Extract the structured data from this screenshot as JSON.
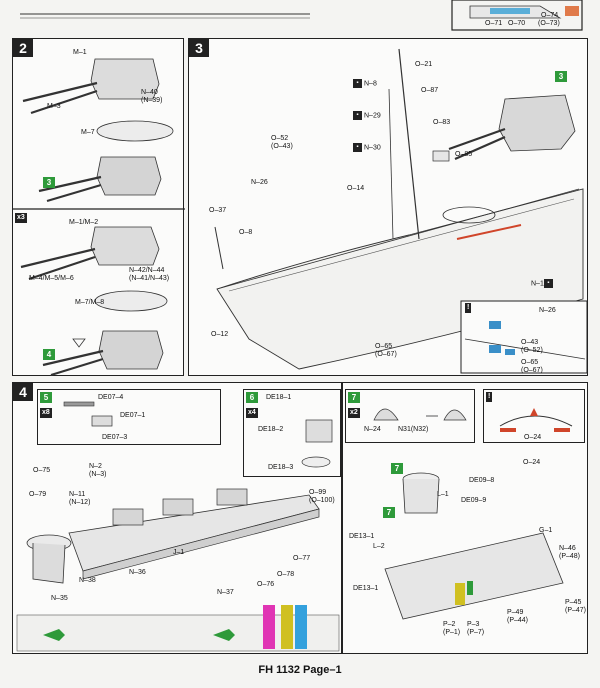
{
  "top": {
    "o71": "O–71",
    "o70": "O–70",
    "o74": "O–74",
    "o73": "(O–73)"
  },
  "step2": {
    "number": "2",
    "m1": "M–1",
    "m3": "M–3",
    "m7": "M–7",
    "n40": "N–40",
    "n39": "(N–39)",
    "green3": "3",
    "x3": "x3",
    "m1m2": "M–1/M–2",
    "m4m5m6": "M–4/M–5/M–6",
    "n42n44": "N–42/N–44",
    "n41n43": "(N–41/N–43)",
    "m7m8": "M–7/M–8",
    "green4": "4"
  },
  "step3": {
    "number": "3",
    "o21": "O–21",
    "n8": "N–8",
    "o87": "O–87",
    "green3": "3",
    "n29": "N–29",
    "o83": "O–83",
    "o52": "O–52",
    "o43": "(O–43)",
    "n30": "N–30",
    "o85": "O–85",
    "n26": "N–26",
    "o14": "O–14",
    "o37": "O–37",
    "o8": "O–8",
    "n1": "N–1",
    "o12": "O–12",
    "o65": "O–65",
    "o67": "(O–67)",
    "detail": {
      "warn": "!",
      "n26": "N–26",
      "o43": "O–43",
      "o52": "(O–52)",
      "o65": "O–65",
      "o67": "(O–67)"
    }
  },
  "step4": {
    "number": "4",
    "green5": "5",
    "x8": "x8",
    "de07_4": "DE07–4",
    "de07_1": "DE07–1",
    "de07_3": "DE07–3",
    "green6": "6",
    "x4": "x4",
    "de18_1": "DE18–1",
    "de18_2": "DE18–2",
    "de18_3": "DE18–3",
    "o75": "O–75",
    "n2": "N–2",
    "n3": "(N–3)",
    "o79": "O–79",
    "n11": "N–11",
    "n12": "(N–12)",
    "o99": "O–99",
    "o100": "(O–100)",
    "j1": "J–1",
    "n38": "N–38",
    "n36": "N–36",
    "n35": "N–35",
    "n37": "N–37",
    "o77": "O–77",
    "o76": "O–76",
    "o78": "O–78"
  },
  "step7": {
    "green7": "7",
    "x2": "x2",
    "n24": "N–24",
    "n31": "N31(N32)",
    "o24top": "O–24",
    "o24": "O–24",
    "de09_8": "DE09–8",
    "de09_9": "DE09–9",
    "l1": "L–1",
    "g1": "G–1",
    "de13_1a": "DE13–1",
    "l2": "L–2",
    "de13_1b": "DE13–1",
    "n46": "N–46",
    "n48": "(P–48)",
    "p45": "P–45",
    "p47": "(P–47)",
    "p49": "P–49",
    "p44": "(P–44)",
    "p2": "P–2",
    "p1": "(P–1)",
    "p3": "P–3",
    "p7": "(P–7)",
    "green7b": "7",
    "green7c": "7"
  },
  "footer": "FH 1132  Page–1"
}
